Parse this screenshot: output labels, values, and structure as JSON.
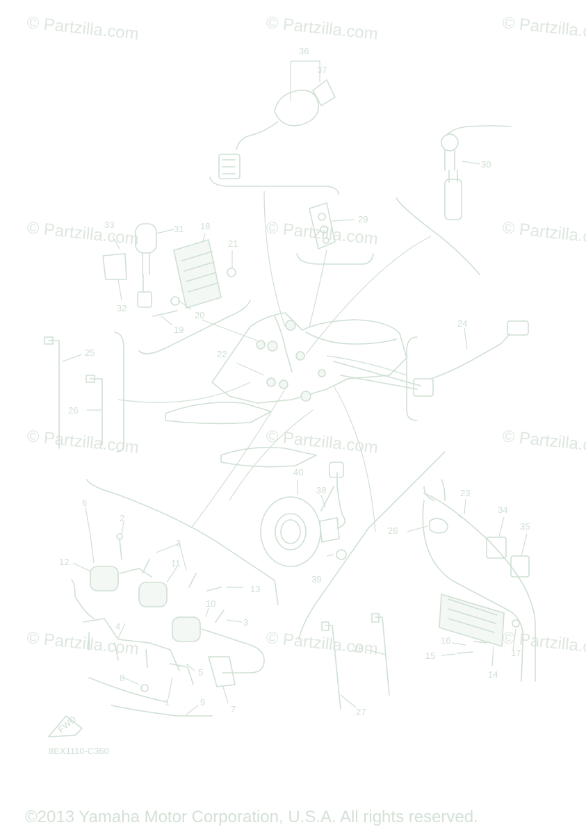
{
  "watermark": "© Partzilla.com",
  "diagram_code": "8EX1110-C360",
  "fwd_label": "FWD",
  "copyright": "©2013 Yamaha Motor Corporation, U.S.A. All rights reserved.",
  "callouts": [
    "1",
    "2",
    "3",
    "4",
    "5",
    "6",
    "7",
    "8",
    "9",
    "10",
    "11",
    "12",
    "13",
    "14",
    "15",
    "16",
    "17",
    "18",
    "19",
    "20",
    "21",
    "22",
    "23",
    "24",
    "25",
    "26",
    "27",
    "28",
    "29",
    "30",
    "31",
    "32",
    "33",
    "34",
    "35",
    "36",
    "37",
    "38",
    "39",
    "40"
  ]
}
